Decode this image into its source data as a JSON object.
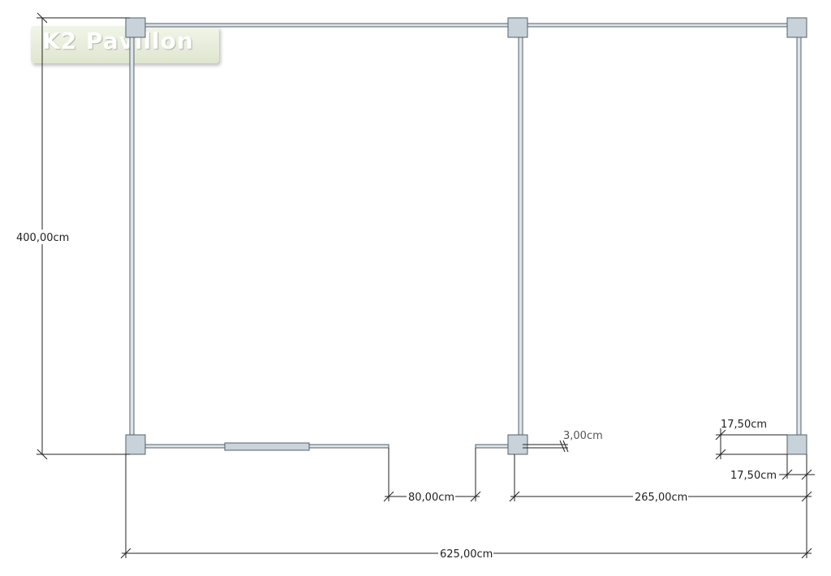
{
  "logo": {
    "text": "K2 Pavillon"
  },
  "dimensions": {
    "height": "400,00cm",
    "total_width": "625,00cm",
    "door_opening": "80,00cm",
    "right_bay": "265,00cm",
    "wall_thickness": "3,00cm",
    "post_height": "17,50cm",
    "post_width": "17,50cm"
  },
  "colors": {
    "post_fill": "#c7d2da",
    "post_stroke": "#55606a",
    "wall_fill": "#dde4ea",
    "dim_line": "#222222"
  }
}
